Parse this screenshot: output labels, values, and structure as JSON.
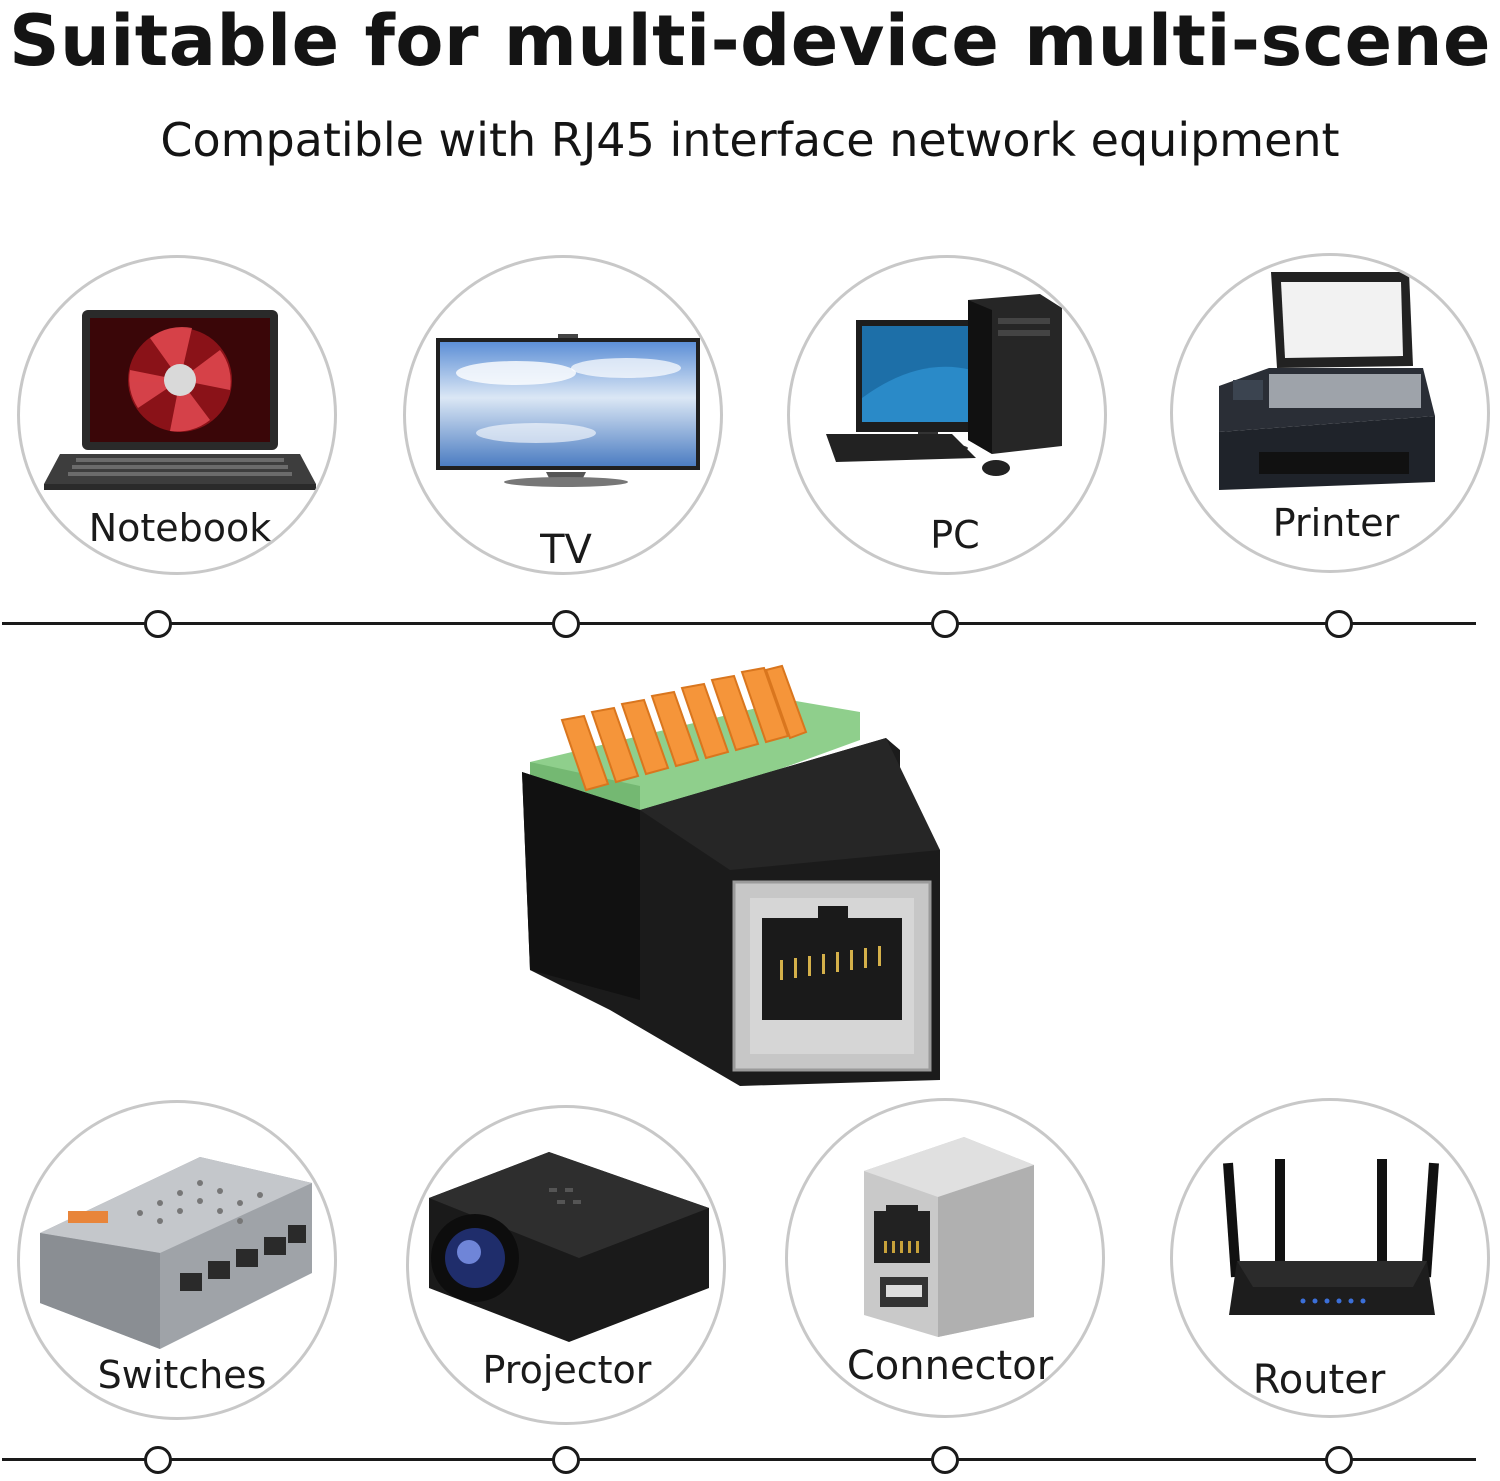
{
  "title": "Suitable for multi-device multi-scene",
  "subtitle": "Compatible with RJ45 interface network equipment",
  "top_devices": [
    {
      "label": "Notebook",
      "icon": "laptop-icon"
    },
    {
      "label": "TV",
      "icon": "tv-icon"
    },
    {
      "label": "PC",
      "icon": "desktop-pc-icon"
    },
    {
      "label": "Printer",
      "icon": "printer-icon"
    }
  ],
  "bottom_devices": [
    {
      "label": "Switches",
      "icon": "network-switch-icon"
    },
    {
      "label": "Projector",
      "icon": "projector-icon"
    },
    {
      "label": "Connector",
      "icon": "rj45-connector-icon"
    },
    {
      "label": "Router",
      "icon": "router-icon"
    }
  ],
  "colors": {
    "terminal_orange": "#f5953a",
    "terminal_green": "#8fcf8c",
    "body_black": "#1b1b1b",
    "circle_border": "#c8c8c8"
  }
}
